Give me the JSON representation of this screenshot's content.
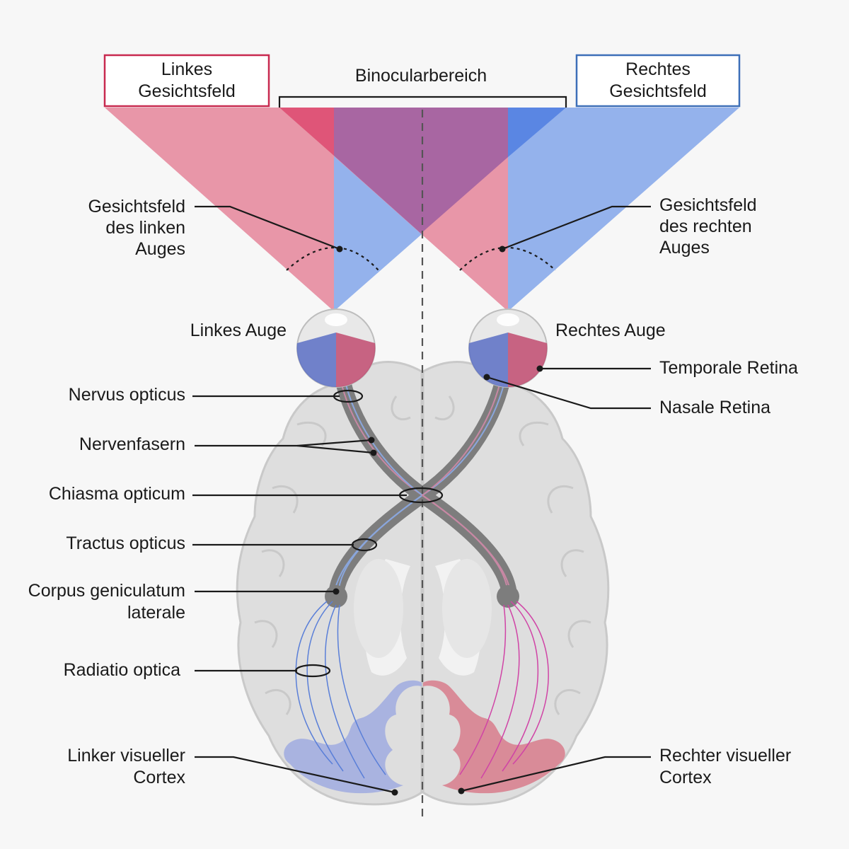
{
  "colors": {
    "left_field": "#e896a8",
    "right_field": "#94b2ec",
    "overlap": "#a866a2",
    "left_box_border": "#c8294f",
    "right_box_border": "#3d6fb8",
    "left_cortex": "#a9b3e0",
    "right_cortex": "#d98b98",
    "brain_fill": "#dedede",
    "midline": "#555555"
  },
  "header": {
    "left_field_box": [
      "Linkes",
      "Gesichtsfeld"
    ],
    "right_field_box": [
      "Rechtes",
      "Gesichtsfeld"
    ],
    "binocular": "Binocularbereich"
  },
  "labels": {
    "left_eye_field": [
      "Gesichtsfeld",
      "des linken",
      "Auges"
    ],
    "right_eye_field": [
      "Gesichtsfeld",
      "des rechten",
      "Auges"
    ],
    "left_eye": "Linkes Auge",
    "right_eye": "Rechtes Auge",
    "temporal_retina": "Temporale Retina",
    "nasal_retina": "Nasale Retina",
    "optic_nerve": "Nervus opticus",
    "nerve_fibers": "Nervenfasern",
    "chiasm": "Chiasma opticum",
    "optic_tract": "Tractus opticus",
    "lgn": [
      "Corpus geniculatum",
      "laterale"
    ],
    "optic_radiation": "Radiatio optica",
    "left_cortex": [
      "Linker visueller",
      "Cortex"
    ],
    "right_cortex": [
      "Rechter visueller",
      "Cortex"
    ]
  }
}
